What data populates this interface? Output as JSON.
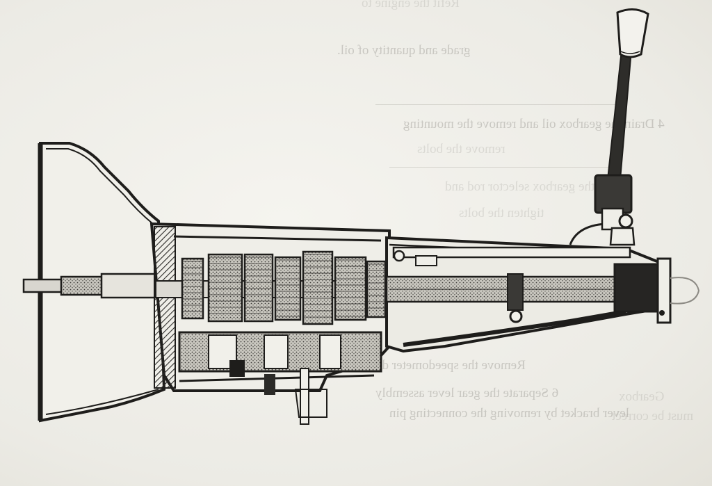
{
  "page": {
    "background": "#efeee9",
    "ink": "#1e1d1b"
  },
  "illustration": {
    "subject-icon": "gearbox-cross-section-icon",
    "parts": [
      "bellhousing",
      "input-shaft",
      "gear-cluster",
      "main-casing",
      "extension-housing",
      "output-shaft",
      "gear-lever",
      "lever-knob",
      "rear-flange",
      "selector-rod"
    ]
  },
  "show_through": {
    "lines": [
      "Refit the engine to",
      "grade and quantity of oil.",
      "4  Drain the gearbox oil and remove the mounting",
      "remove the bolts",
      "Refit the gearbox selector rod and",
      "tighten the bolts",
      "Remove the speedometer drive",
      "6  Separate the gear lever assembly",
      "lever bracket by removing the connecting pin",
      "Gearbox",
      "must be correct"
    ]
  }
}
